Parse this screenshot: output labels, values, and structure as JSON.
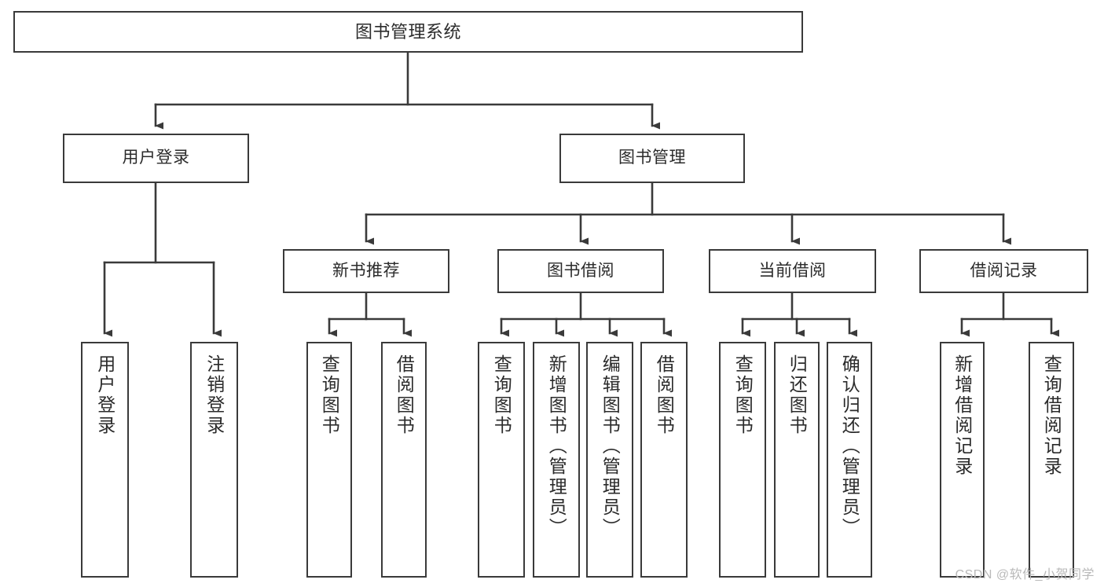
{
  "diagram": {
    "title": "图书管理系统",
    "type": "功能结构图",
    "watermark": "CSDN @软件_小贺同学",
    "stroke_color": "#3a3a3a",
    "fill_color": "#ffffff",
    "text_color": "#2b2b2b",
    "watermark_color": "#b9b9b9"
  },
  "nodes": {
    "root": {
      "label": "图书管理系统"
    },
    "level2": [
      {
        "label": "用户登录"
      },
      {
        "label": "图书管理"
      }
    ],
    "level3": [
      {
        "label": "新书推荐"
      },
      {
        "label": "图书借阅"
      },
      {
        "label": "当前借阅"
      },
      {
        "label": "借阅记录"
      }
    ],
    "leaves": [
      {
        "label": "用户登录",
        "parent": "用户登录"
      },
      {
        "label": "注销登录",
        "parent": "用户登录"
      },
      {
        "label": "查询图书",
        "parent": "新书推荐"
      },
      {
        "label": "借阅图书",
        "parent": "新书推荐"
      },
      {
        "label": "查询图书",
        "parent": "图书借阅"
      },
      {
        "label": "新增图书（管理员）",
        "parent": "图书借阅"
      },
      {
        "label": "编辑图书（管理员）",
        "parent": "图书借阅"
      },
      {
        "label": "借阅图书",
        "parent": "图书借阅"
      },
      {
        "label": "查询图书",
        "parent": "当前借阅"
      },
      {
        "label": "归还图书",
        "parent": "当前借阅"
      },
      {
        "label": "确认归还（管理员）",
        "parent": "当前借阅"
      },
      {
        "label": "新增借阅记录",
        "parent": "借阅记录"
      },
      {
        "label": "查询借阅记录",
        "parent": "借阅记录"
      }
    ]
  }
}
